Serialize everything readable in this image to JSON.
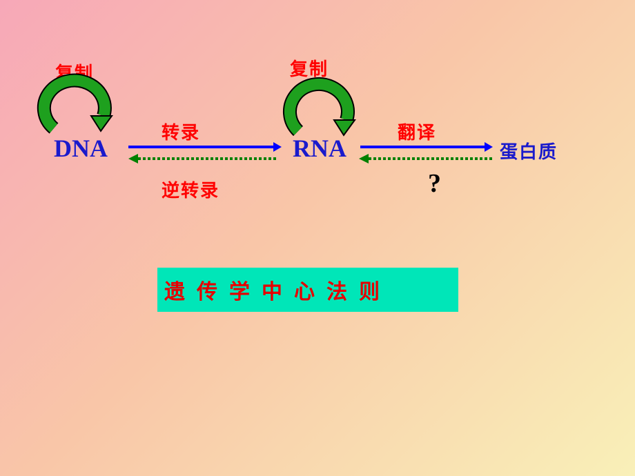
{
  "labels": {
    "replication_dna": "复制",
    "replication_rna": "复制",
    "transcription": "转录",
    "reverse_transcription": "逆转录",
    "translation": "翻译",
    "dna": "DNA",
    "rna": "RNA",
    "protein": "蛋白质",
    "question": "?"
  },
  "title": "遗传学中心法则",
  "colors": {
    "solid_arrow": "#0000ff",
    "dotted_arrow": "#008000",
    "loop_arrow": "#1ea01e",
    "label_red": "#ff0000",
    "molecule_blue": "#1a1acc",
    "title_box": "#00e6b8"
  }
}
